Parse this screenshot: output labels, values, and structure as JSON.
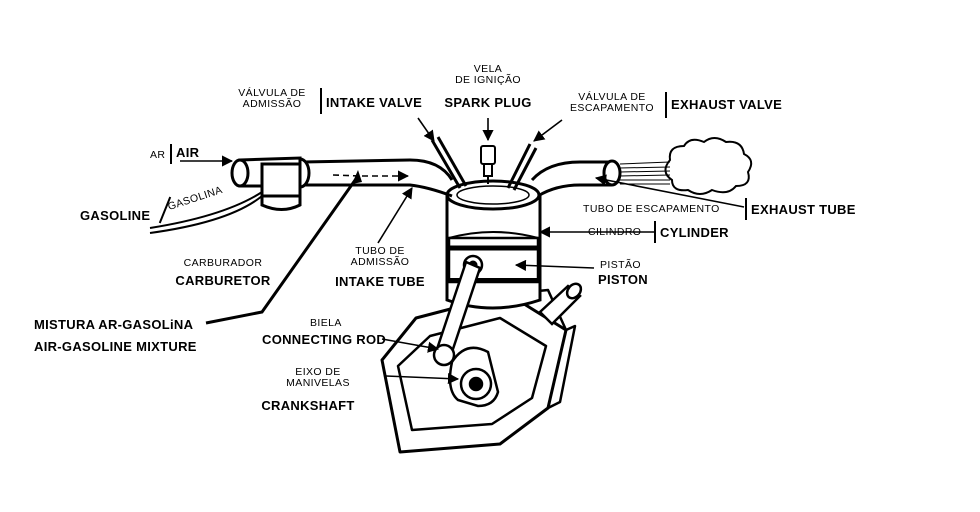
{
  "diagram": {
    "colors": {
      "ink": "#000000",
      "paper": "#ffffff"
    },
    "labels": {
      "intake_valve": {
        "pt_line1": "VÁLVULA DE",
        "pt_line2": "ADMISSÃO",
        "en": "INTAKE VALVE"
      },
      "spark_plug": {
        "pt_line1": "VELA",
        "pt_line2": "DE IGNIÇÃO",
        "en": "SPARK PLUG"
      },
      "exhaust_valve": {
        "pt_line1": "VÁLVULA DE",
        "pt_line2": "ESCAPAMENTO",
        "en": "EXHAUST VALVE"
      },
      "air": {
        "pt": "AR",
        "en": "AIR"
      },
      "gasoline": {
        "en": "GASOLINE",
        "pt": "GASOLINA"
      },
      "exhaust_tube": {
        "pt": "TUBO DE ESCAPAMENTO",
        "en": "EXHAUST TUBE"
      },
      "cylinder": {
        "pt": "CILINDRO",
        "en": "CYLINDER"
      },
      "carburetor": {
        "pt": "CARBURADOR",
        "en": "CARBURETOR"
      },
      "intake_tube": {
        "pt_line1": "TUBO DE",
        "pt_line2": "ADMISSÃO",
        "en": "INTAKE TUBE"
      },
      "piston": {
        "pt": "PISTÃO",
        "en": "PISTON"
      },
      "mixture": {
        "pt": "MISTURA AR-GASOLiNA",
        "en": "AIR-GASOLINE MIXTURE"
      },
      "connecting_rod": {
        "pt": "BIELA",
        "en": "CONNECTING ROD"
      },
      "crankshaft": {
        "pt_line1": "EIXO DE",
        "pt_line2": "MANIVELAS",
        "en": "CRANKSHAFT"
      }
    }
  }
}
